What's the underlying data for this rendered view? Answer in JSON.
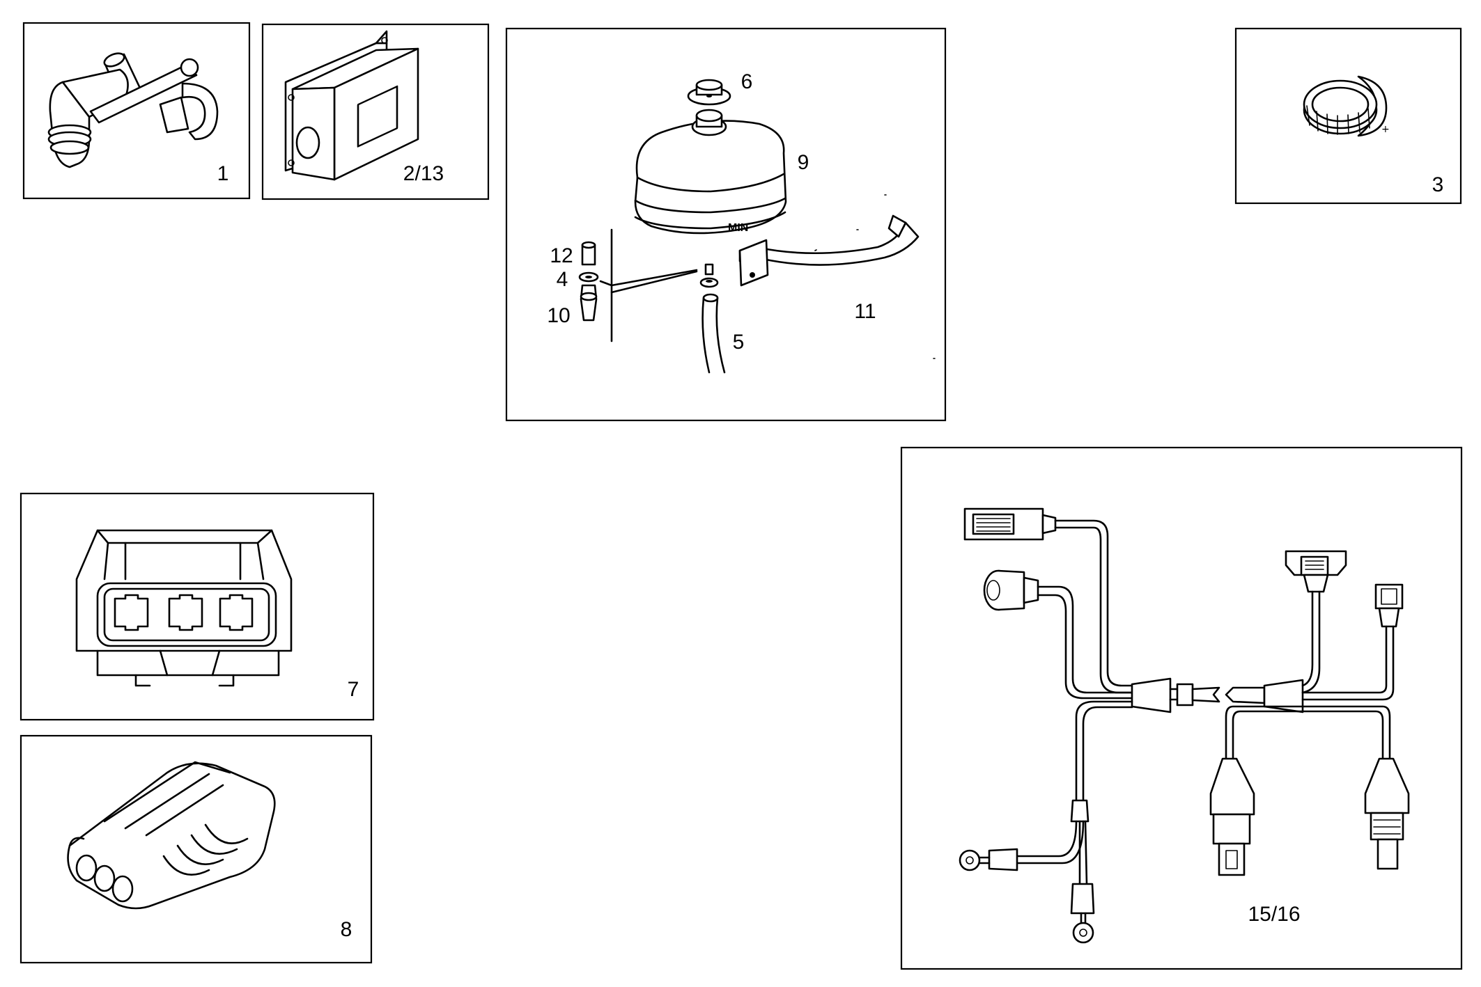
{
  "panels": {
    "p1": {
      "label": "1"
    },
    "p2": {
      "label": "2/13"
    },
    "p3": {
      "label": "3"
    },
    "tank": {
      "callouts": {
        "c6": "6",
        "c9": "9",
        "c12": "12",
        "c4": "4",
        "c10": "10",
        "c5": "5",
        "c11": "11"
      },
      "tank_marking": "MIN"
    },
    "p7": {
      "label": "7"
    },
    "p8": {
      "label": "8"
    },
    "harness": {
      "label": "15/16"
    }
  }
}
